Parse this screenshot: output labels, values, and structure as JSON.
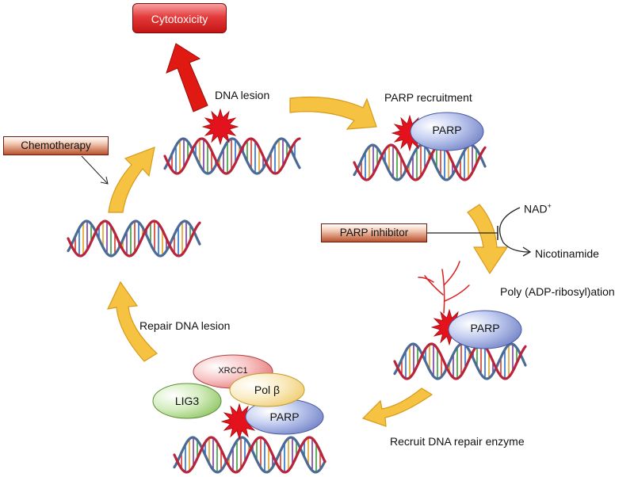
{
  "labels": {
    "cytotoxicity": "Cytotoxicity",
    "dna_lesion": "DNA lesion",
    "parp_recruitment": "PARP recruitment",
    "chemotherapy": "Chemotherapy",
    "parp_inhibitor": "PARP inhibitor",
    "nad": "NAD",
    "nad_sup": "+",
    "nicotinamide": "Nicotinamide",
    "poly_adp": "Poly (ADP-ribosyl)ation",
    "repair_dna_lesion": "Repair DNA lesion",
    "recruit_enzyme": "Recruit DNA repair enzyme"
  },
  "proteins": {
    "parp": "PARP",
    "xrcc1": "XRCC1",
    "lig3": "LIG3",
    "pol_beta": "Pol β"
  },
  "colors": {
    "cycle_arrow": "#f6c242",
    "cycle_arrow_edge": "#d89a17",
    "cytotoxic_arrow": "#e01a12",
    "lesion_star": "#e3121c",
    "parp_fill": "#7f8fcf",
    "xrcc1_fill": "#ee8a8a",
    "lig3_fill": "#9bcf70",
    "polb_fill": "#f3d889",
    "par_chain": "#d92020",
    "dna_red": "#b8243b",
    "dna_blue": "#4b6a95"
  }
}
